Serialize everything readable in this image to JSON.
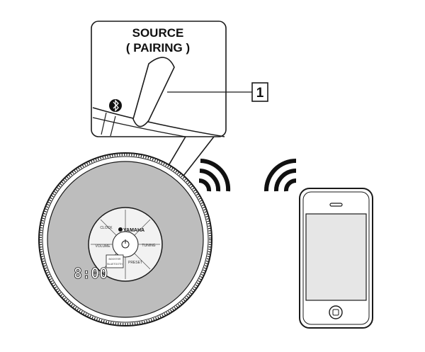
{
  "callout": {
    "source_label": "SOURCE",
    "pairing_label": "( PAIRING )",
    "number_label": "1"
  },
  "speaker": {
    "brand_label": "YAMAHA",
    "clock_display": "8:00",
    "controls": {
      "clock": "CLOCK",
      "volume": "VOLUME",
      "tuning": "TUNING",
      "preset": "PRESET"
    },
    "indicators": {
      "line_1": "BOOSTER",
      "line_2": "BLUETOOTH"
    }
  },
  "icons": {
    "bluetooth": "bluetooth-icon",
    "wireless_left": "wireless-signal-icon",
    "wireless_right": "wireless-signal-icon",
    "phone_home_button": "home-button-icon"
  },
  "colors": {
    "line": "#1a1a1a",
    "disc_fill": "#bdbdbd",
    "panel_fill": "#f2f2f2",
    "screen_fill": "#e6e6e6"
  }
}
